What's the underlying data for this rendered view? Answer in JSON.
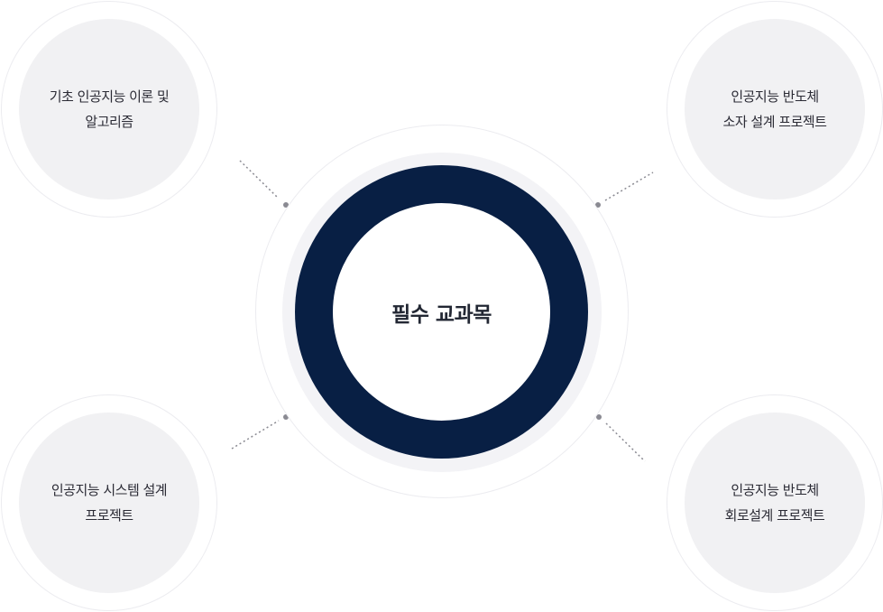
{
  "hub": {
    "title": "필수 교과목"
  },
  "nodes": [
    {
      "id": "tl",
      "line1": "기초 인공지능 이론 및",
      "line2": "알고리즘"
    },
    {
      "id": "tr",
      "line1": "인공지능 반도체",
      "line2": "소자 설계 프로젝트"
    },
    {
      "id": "bl",
      "line1": "인공지능 시스템 설계",
      "line2": "프로젝트"
    },
    {
      "id": "br",
      "line1": "인공지능 반도체",
      "line2": "회로설계 프로젝트"
    }
  ],
  "colors": {
    "hub_ring": "#081f44",
    "node_fill": "#f1f1f3",
    "connector": "#8a8a92"
  }
}
